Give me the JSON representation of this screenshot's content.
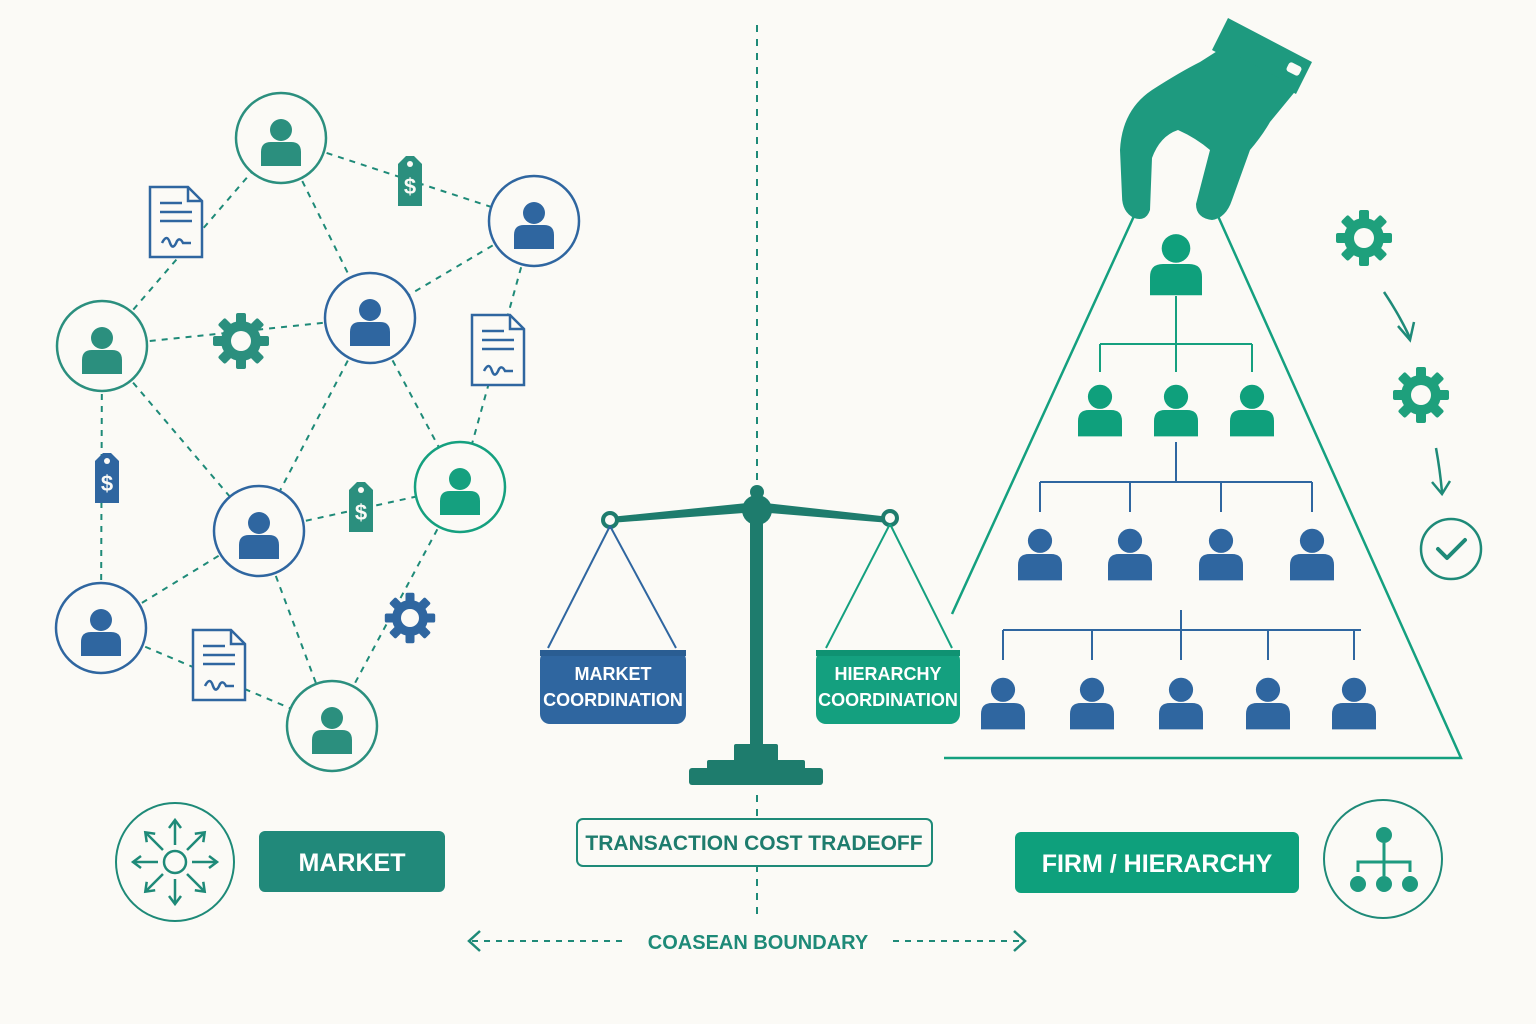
{
  "labels": {
    "market_pan": [
      "MARKET",
      "COORDINATION"
    ],
    "hierarchy_pan": [
      "HIERARCHY",
      "COORDINATION"
    ],
    "market_badge": "MARKET",
    "tradeoff": "TRANSACTION COST TRADEOFF",
    "firm_badge": "FIRM / HIERARCHY",
    "boundary": "COASEAN BOUNDARY"
  },
  "colors": {
    "teal": "#1e8a78",
    "teal_light": "#14a07f",
    "blue": "#2f66a0",
    "green": "#11a07c",
    "market_badge": "#21897a",
    "firm_badge": "#0ea07c",
    "background": "#fbfaf6"
  },
  "icons": [
    "person-icon",
    "gear-icon",
    "document-icon",
    "price-tag-icon",
    "hand-icon",
    "scale-icon",
    "checkmark-icon",
    "org-chart-icon",
    "distribution-icon"
  ]
}
